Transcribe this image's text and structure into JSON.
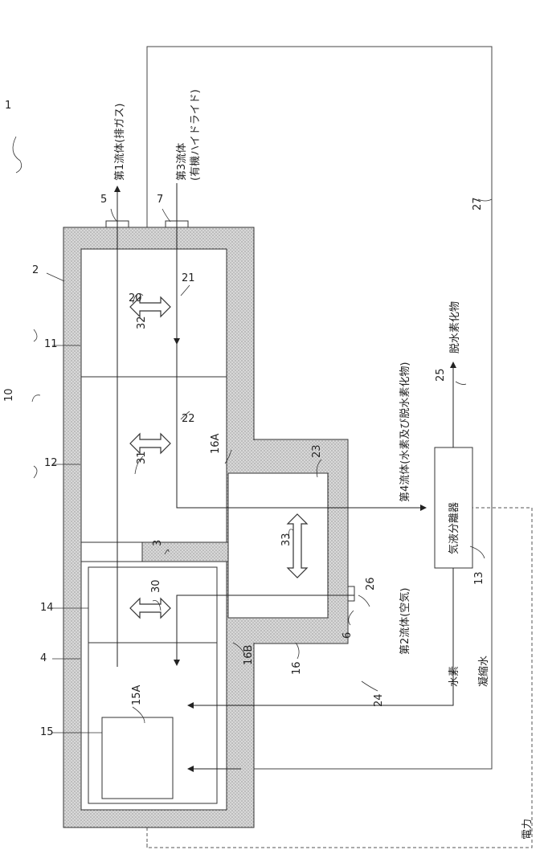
{
  "figure_ref": "1",
  "refs": {
    "r2": "2",
    "r3": "3",
    "r4": "4",
    "r5": "5",
    "r6": "6",
    "r7": "7",
    "r10": "10",
    "r11": "11",
    "r12": "12",
    "r13": "13",
    "r14": "14",
    "r15": "15",
    "r15a": "15A",
    "r16": "16",
    "r16a": "16A",
    "r16b": "16B",
    "r20": "20",
    "r21": "21",
    "r22": "22",
    "r23": "23",
    "r24": "24",
    "r25": "25",
    "r26": "26",
    "r27": "27",
    "r30": "30",
    "r31": "31",
    "r32": "32",
    "r33": "33"
  },
  "labels": {
    "fluid1": "第1流体(排ガス)",
    "fluid3_a": "第3流体",
    "fluid3_b": "(有機ハイドライド)",
    "fluid4": "第4流体(水素及び脱水素化物)",
    "fluid2": "第2流体(空気)",
    "separator": "気液分離器",
    "dehydro": "脱水素化物",
    "hydrogen": "水素",
    "condensate": "凝縮水",
    "power": "電力"
  }
}
